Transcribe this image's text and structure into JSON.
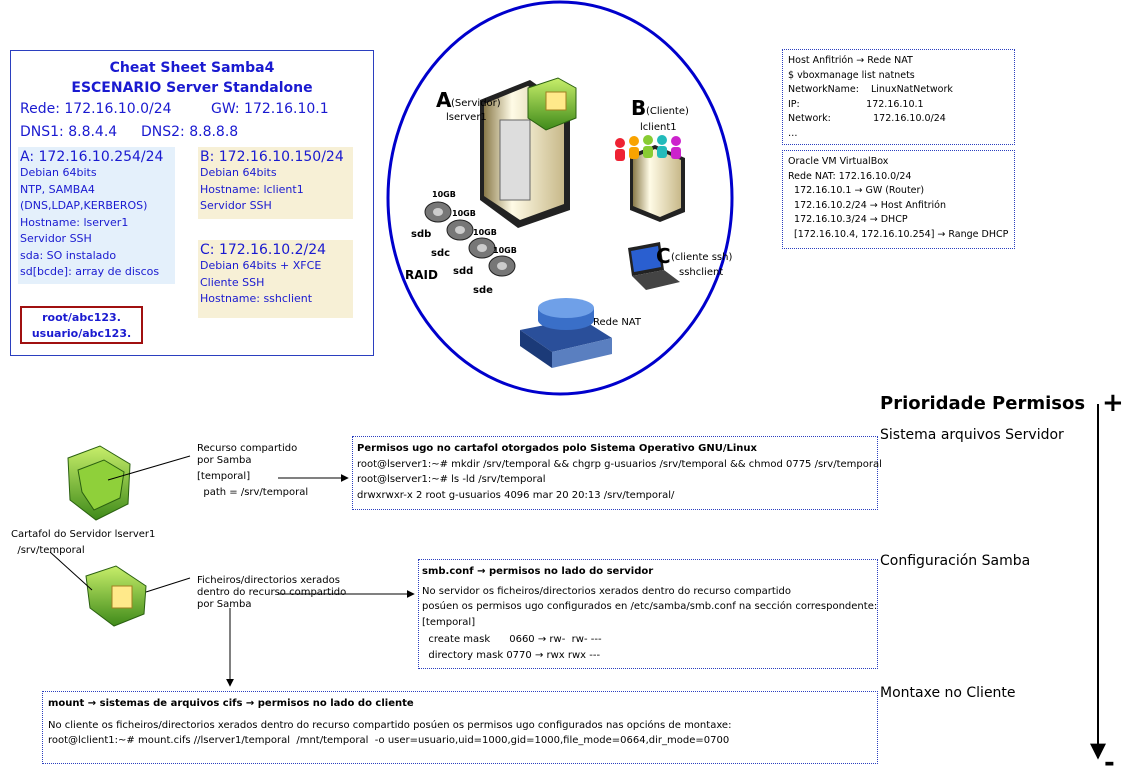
{
  "cheat": {
    "title1": "Cheat Sheet Samba4",
    "title2": "ESCENARIO Server Standalone",
    "rede": "Rede: 172.16.10.0/24",
    "gw": "GW: 172.16.10.1",
    "dns1": "DNS1: 8.8.4.4",
    "dns2": "DNS2: 8.8.8.8",
    "a": {
      "header": "A: 172.16.10.254/24",
      "lines": [
        "Debian  64bits",
        "NTP, SAMBA4",
        "(DNS,LDAP,KERBEROS)",
        "Hostname: lserver1",
        "Servidor SSH",
        "sda: SO instalado",
        "sd[bcde]: array de discos"
      ]
    },
    "b": {
      "header": "B: 172.16.10.150/24",
      "lines": [
        "Debian  64bits",
        "Hostname: lclient1",
        "Servidor SSH"
      ]
    },
    "c": {
      "header": "C: 172.16.10.2/24",
      "lines": [
        "Debian 64bits + XFCE",
        "Cliente SSH",
        "Hostname: sshclient"
      ]
    },
    "creds": [
      "root/abc123.",
      "usuario/abc123."
    ]
  },
  "scenario": {
    "a_letter": "A",
    "a_role": "(Servidor)",
    "a_host": "lserver1",
    "b_letter": "B",
    "b_role": "(Cliente)",
    "b_host": "lclient1",
    "c_letter": "C",
    "c_role": "(cliente ssh)",
    "c_host": "sshclient",
    "raid": "RAID",
    "disks": [
      {
        "size": "10GB",
        "name": "sdb"
      },
      {
        "size": "10GB",
        "name": "sdc"
      },
      {
        "size": "10GB",
        "name": "sdd"
      },
      {
        "size": "10GB",
        "name": "sde"
      }
    ],
    "nat": "Rede NAT"
  },
  "natinfo": {
    "top": [
      "Host Anfitrión → Rede NAT",
      "$ vboxmanage list natnets",
      "NetworkName:    LinuxNatNetwork",
      "IP:                      172.16.10.1",
      "Network:              172.16.10.0/24",
      "…"
    ],
    "bottom": [
      "Oracle VM VirtualBox",
      "Rede NAT: 172.16.10.0/24",
      "  172.16.10.1 → GW (Router)",
      "  172.16.10.2/24 → Host Anfitrión",
      "  172.16.10.3/24 → DHCP",
      "  [172.16.10.4, 172.16.10.254] → Range DHCP"
    ]
  },
  "priority": {
    "title": "Prioridade Permisos",
    "plus": "+",
    "minus": "-",
    "levels": [
      "Sistema arquivos Servidor",
      "Configuración Samba",
      "Montaxe  no Cliente"
    ]
  },
  "labels": {
    "recurso": [
      "Recurso compartido",
      "por Samba",
      "[temporal]",
      "  path = /srv/temporal"
    ],
    "cartafol": [
      "Cartafol do Servidor  lserver1",
      "  /srv/temporal"
    ],
    "ficheiros": [
      "Ficheiros/directorios xerados",
      "dentro do recurso compartido",
      "por Samba"
    ]
  },
  "perm1": {
    "title": "Permisos ugo no cartafol otorgados polo Sistema Operativo GNU/Linux",
    "lines": [
      "root@lserver1:~# mkdir /srv/temporal && chgrp g-usuarios /srv/temporal && chmod 0775 /srv/temporal",
      "root@lserver1:~# ls -ld /srv/temporal",
      "drwxrwxr-x 2 root g-usuarios 4096 mar 20 20:13 /srv/temporal/"
    ]
  },
  "perm2": {
    "title": "smb.conf → permisos no lado do servidor",
    "lines": [
      "No servidor os ficheiros/directorios xerados dentro do recurso compartido",
      "posúen os permisos ugo configurados en /etc/samba/smb.conf na sección correspondente:",
      "[temporal]",
      "  create mask      0660 → rw-  rw- ---",
      "  directory mask 0770 → rwx rwx ---"
    ]
  },
  "perm3": {
    "title": "mount → sistemas de arquivos cifs → permisos no lado do cliente",
    "lines": [
      "No cliente os ficheiros/directorios xerados dentro do recurso compartido posúen os permisos ugo configurados nas opcións de montaxe:",
      "root@lclient1:~# mount.cifs //lserver1/temporal  /mnt/temporal  -o user=usuario,uid=1000,gid=1000,file_mode=0664,dir_mode=0700"
    ]
  }
}
